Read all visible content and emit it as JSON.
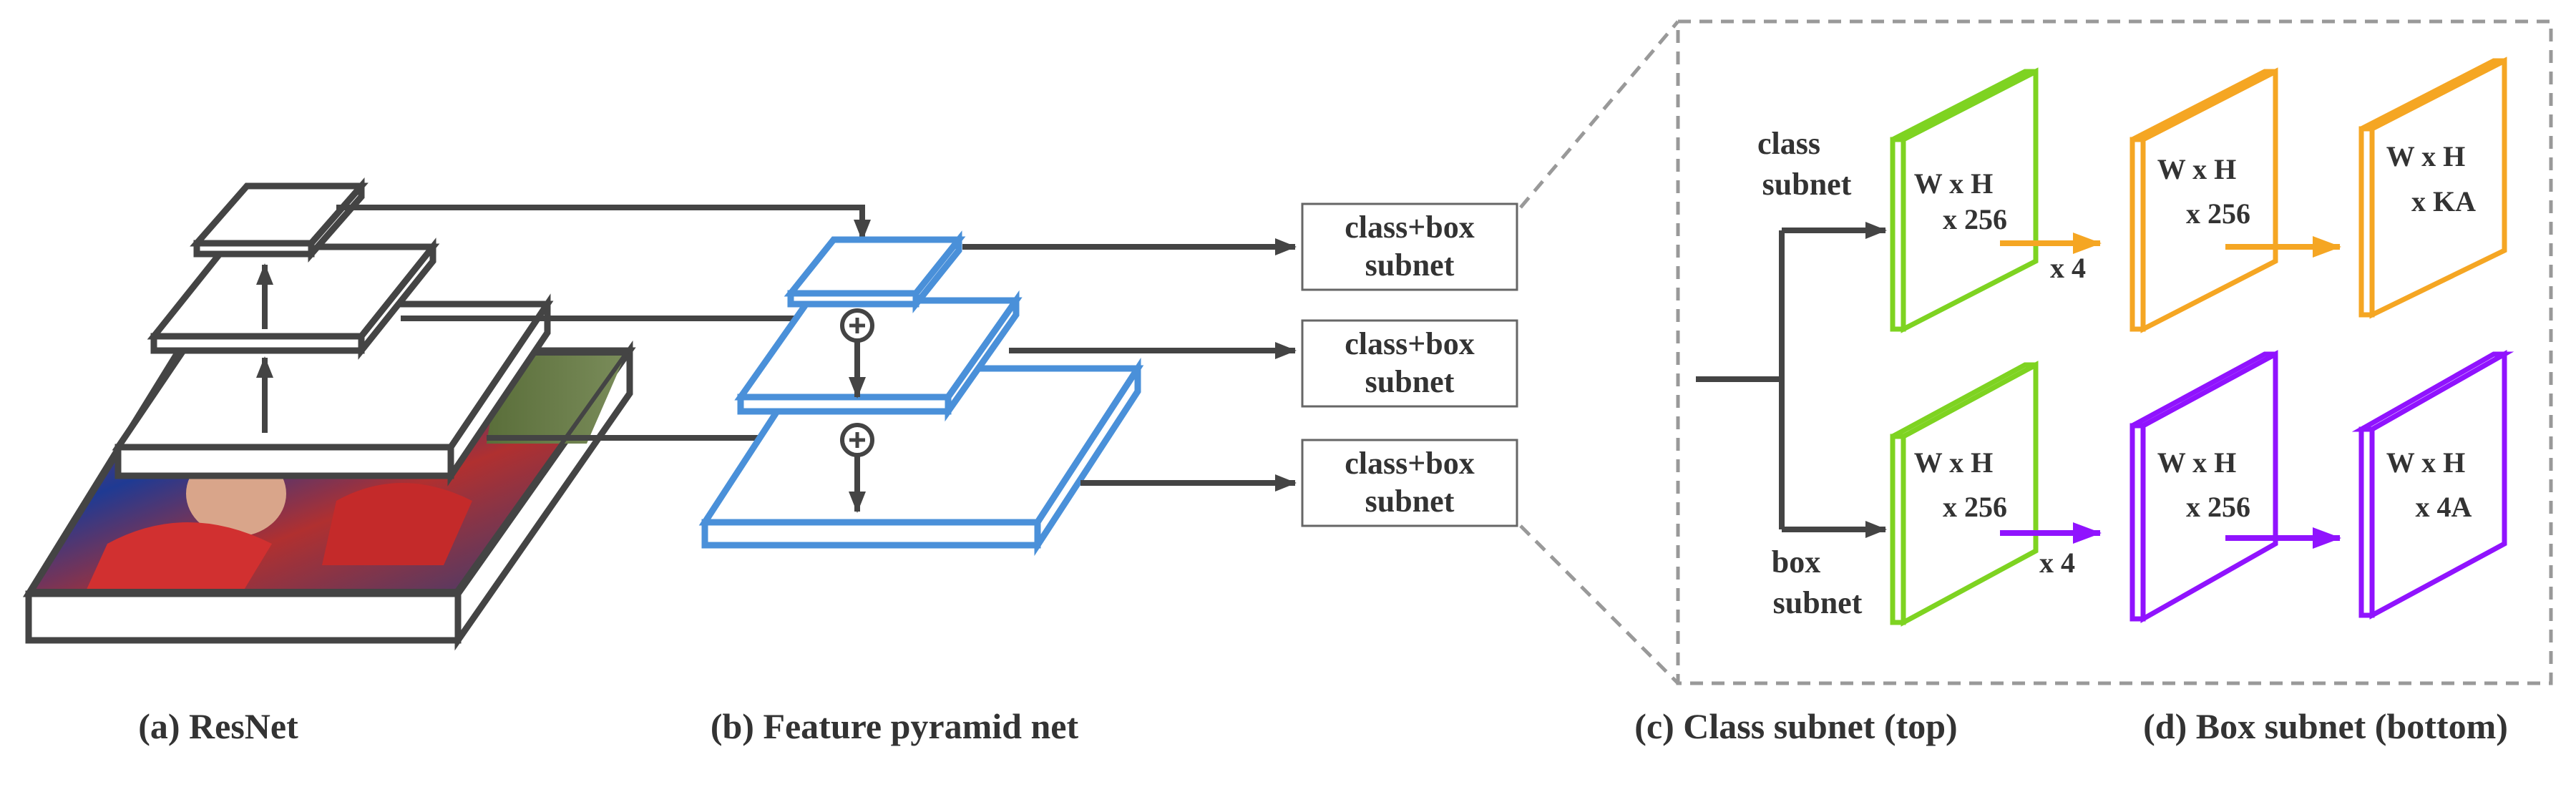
{
  "captions": {
    "a": "(a) ResNet",
    "b": "(b) Feature pyramid net",
    "c": "(c) Class subnet (top)",
    "d": "(d) Box subnet (bottom)"
  },
  "subnet_boxes": [
    {
      "line1": "class+box",
      "line2": "subnet"
    },
    {
      "line1": "class+box",
      "line2": "subnet"
    },
    {
      "line1": "class+box",
      "line2": "subnet"
    }
  ],
  "branch_labels": {
    "class_line1": "class",
    "class_line2": "subnet",
    "box_line1": "box",
    "box_line2": "subnet"
  },
  "class_blocks": [
    {
      "line1": "W x H",
      "line2": "x 256"
    },
    {
      "line1": "W x H",
      "line2": "x 256"
    },
    {
      "line1": "W x H",
      "line2": "x KA"
    }
  ],
  "box_blocks": [
    {
      "line1": "W x H",
      "line2": "x 256"
    },
    {
      "line1": "W x H",
      "line2": "x 256"
    },
    {
      "line1": "W x H",
      "line2": "x 4A"
    }
  ],
  "repeat_labels": {
    "class": "x 4",
    "box": "x 4"
  },
  "colors": {
    "dark": "#444444",
    "fpn_blue": "#4a90d9",
    "green": "#7ed321",
    "orange": "#f5a623",
    "purple": "#9013fe",
    "dashed_gray": "#999999"
  }
}
